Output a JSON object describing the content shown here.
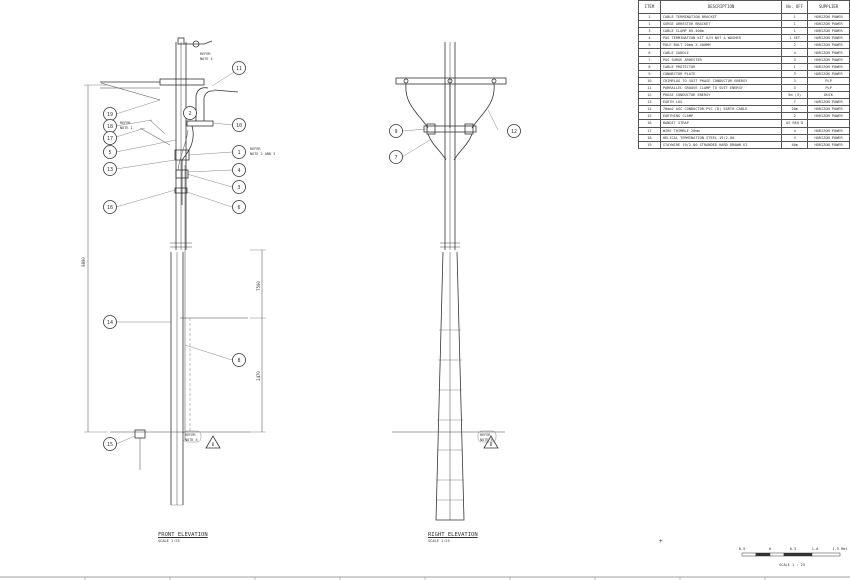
{
  "table": {
    "headers": [
      "ITEM",
      "DESCRIPTION",
      "No. OFF",
      "SUPPLIER"
    ],
    "rows": [
      [
        "1",
        "CABLE TERMINATION BRACKET",
        "1",
        "HORIZON POWER"
      ],
      [
        "1",
        "SURGE ARRESTER BRACKET",
        "1",
        "HORIZON POWER"
      ],
      [
        "3",
        "CABLE CLAMP 85-400m",
        "1",
        "HORIZON POWER"
      ],
      [
        "4",
        "PAS TERMINATION KIT O/H NUT & WASHER",
        "1 SET",
        "HORIZON POWER"
      ],
      [
        "5",
        "POLE BOLT 20mm X 400MM",
        "2",
        "HORIZON POWER"
      ],
      [
        "6",
        "CABLE SADDLE",
        "4",
        "HORIZON POWER"
      ],
      [
        "7",
        "PAS SURGE ARRESTER",
        "3",
        "HORIZON POWER"
      ],
      [
        "8",
        "CABLE PROTECTOR",
        "1",
        "HORIZON POWER"
      ],
      [
        "9",
        "CONNECTOR PLATE",
        "3",
        "HORIZON POWER"
      ],
      [
        "10",
        "CRIMPLUG TO SUIT PHASE CONDUCTOR ENERGY",
        "3",
        "PLP"
      ],
      [
        "11",
        "PARRALLEL GROOVE CLAMP TO SUIT ENERGY",
        "3",
        "PLP"
      ],
      [
        "12",
        "PHASE CONDUCTOR ENERGY",
        "5m (3)",
        "DUCK"
      ],
      [
        "13",
        "EARTH LUG",
        "7",
        "HORIZON POWER"
      ],
      [
        "14",
        "70mm2 ASC CONDUCTOR PVC (D) EARTH CABLE",
        "20m",
        "HORIZON POWER"
      ],
      [
        "15",
        "EARTHING CLAMP",
        "2",
        "HORIZON POWER"
      ],
      [
        "16",
        "BANDIT STRAP",
        "AS REQ'D",
        ""
      ],
      [
        "17",
        "WIRE THIMBLE 20mm",
        "4",
        "HORIZON POWER"
      ],
      [
        "18",
        "HELICAL TERMINATION STEEL 19/2.00",
        "4",
        "HORIZON POWER"
      ],
      [
        "19",
        "STAYWIRE 19/2.00 STRANDED HARD DRAWN GI",
        "40m",
        "HORIZON POWER"
      ]
    ]
  },
  "front": {
    "title": "FRONT ELEVATION",
    "scale": "SCALE 1:25",
    "balloons": [
      "11",
      "19",
      "18",
      "17",
      "2",
      "10",
      "5",
      "1",
      "4",
      "13",
      "3",
      "16",
      "6",
      "14",
      "8",
      "15"
    ],
    "notes": {
      "top": [
        "REFER",
        "NOTE 4"
      ],
      "left": [
        "REFER",
        "NOTE 1"
      ],
      "right": [
        "REFER",
        "NOTE 2 AND 3"
      ],
      "bottom": [
        "REFER",
        "NOTE 5"
      ]
    },
    "dims": {
      "overall": "9800",
      "upper": "7500",
      "lower": "2470"
    },
    "triangle": "B"
  },
  "right": {
    "title": "RIGHT ELEVATION",
    "scale": "SCALE 1:25",
    "balloons": [
      "9",
      "12",
      "7"
    ],
    "note": [
      "REFER",
      "NOTE 5"
    ],
    "triangle": "B"
  },
  "scalebar": {
    "labels": [
      "0.5",
      "0",
      "0.5",
      "1.0",
      "1.5 Met"
    ],
    "caption": "SCALE 1 : 25"
  },
  "marks": {
    "plus": "+"
  }
}
